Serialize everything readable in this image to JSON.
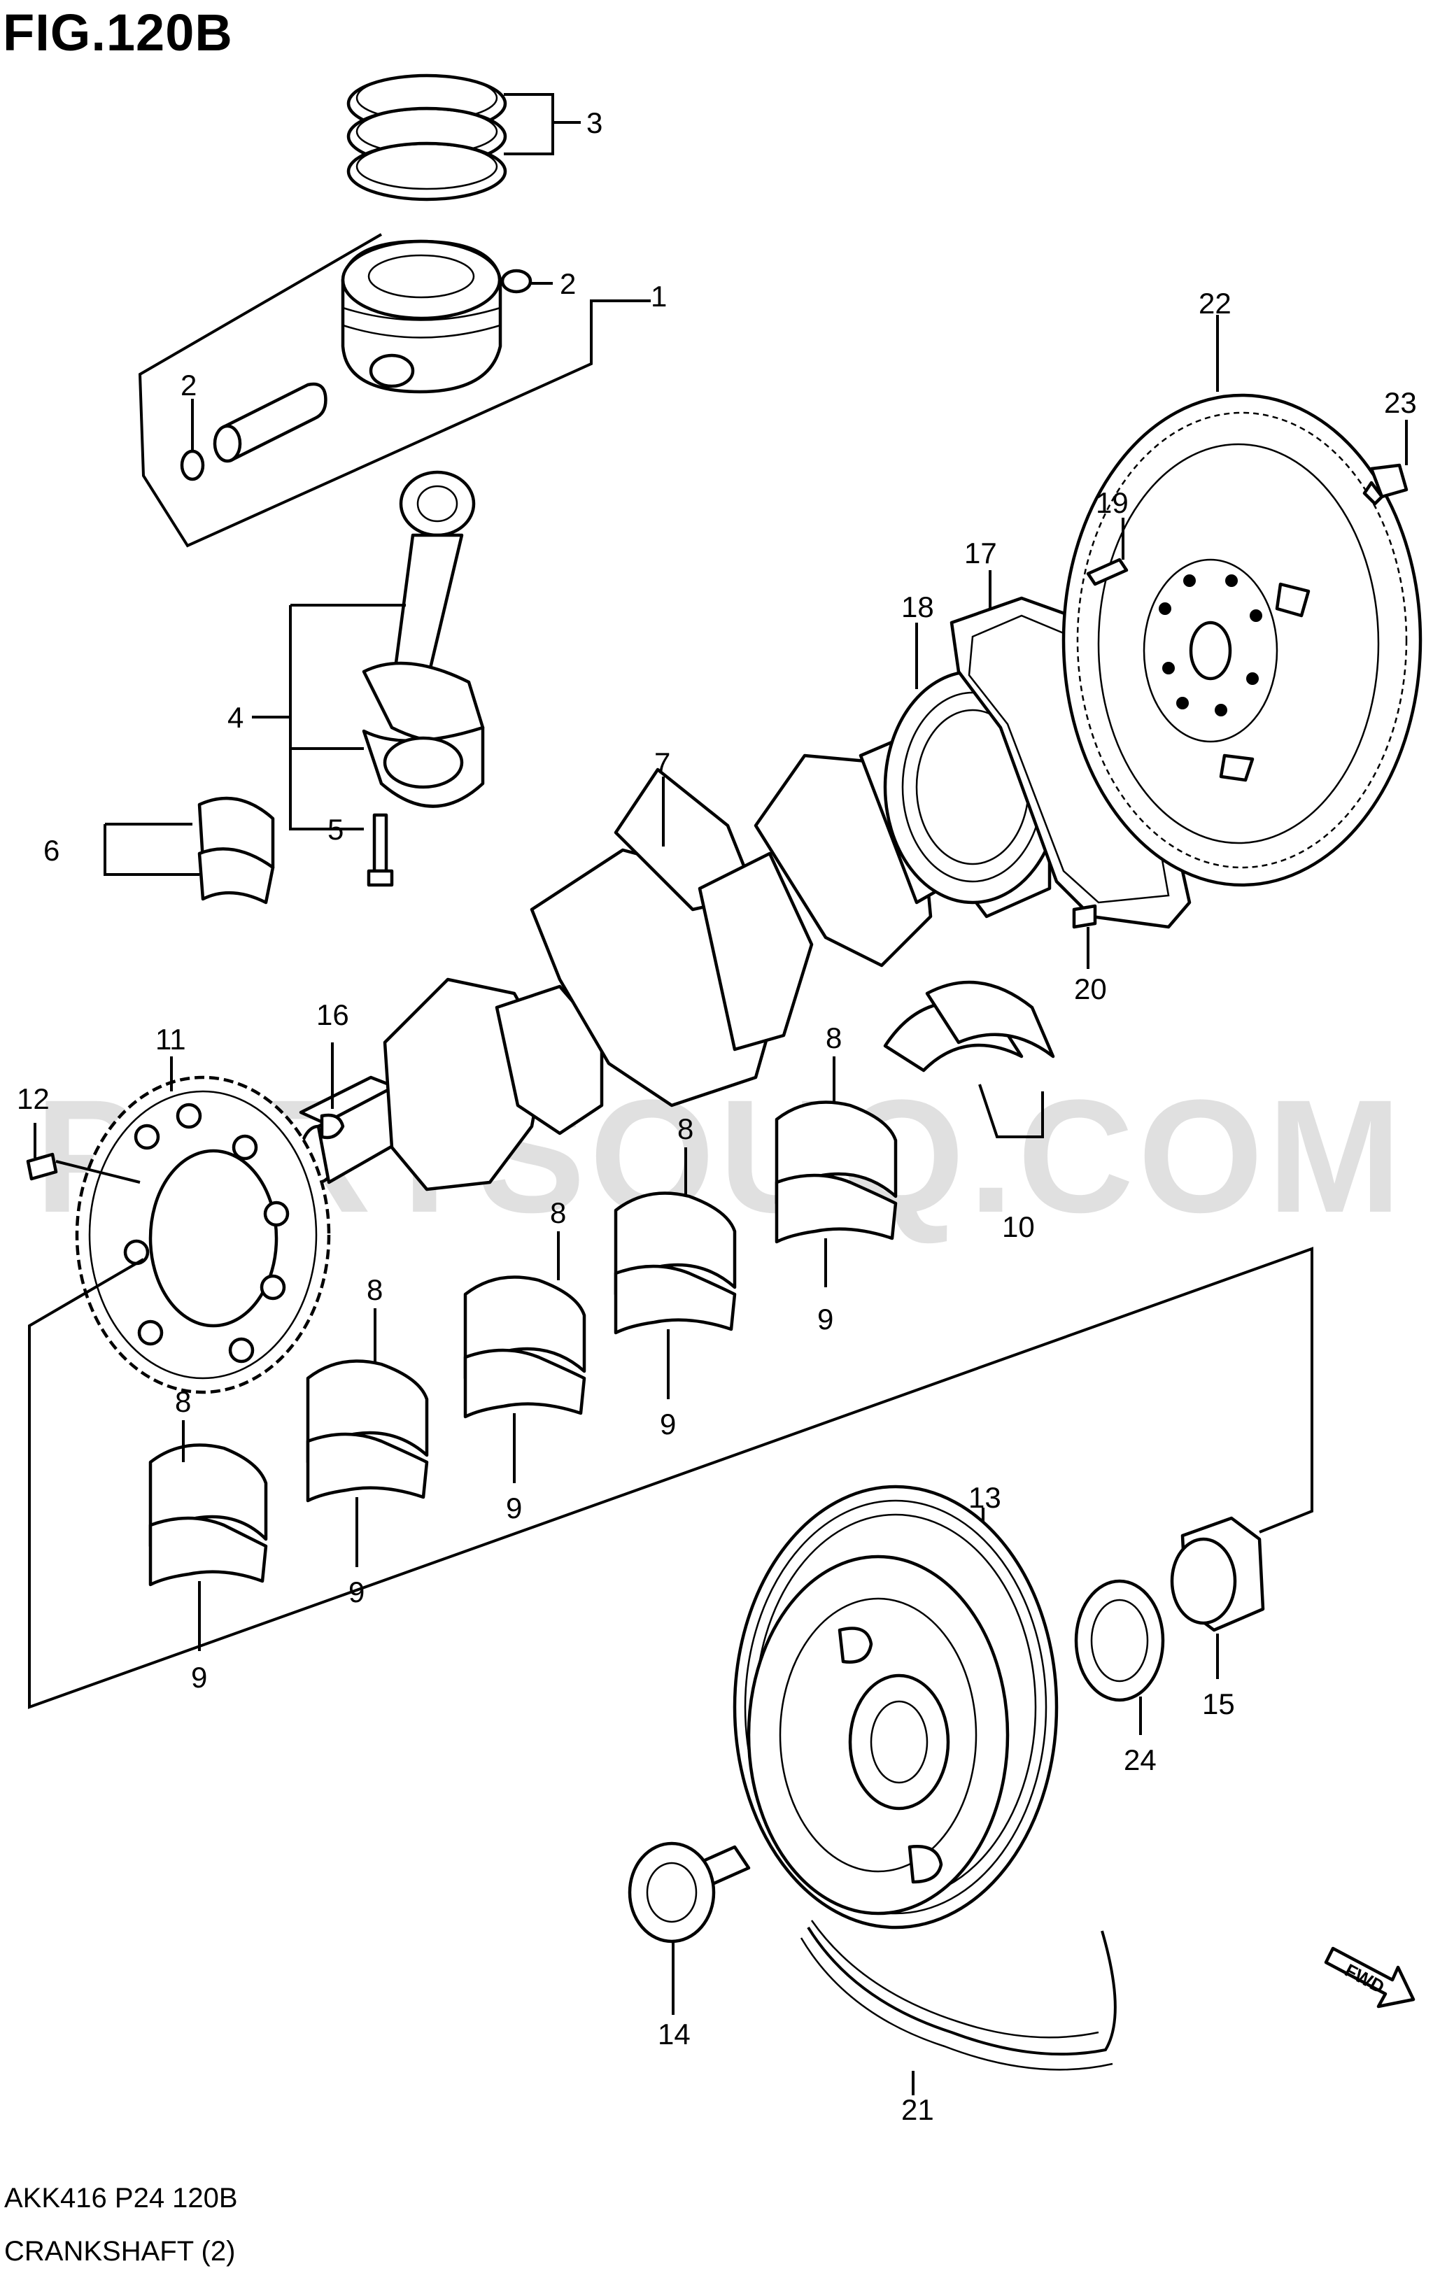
{
  "figure": {
    "title": "FIG.120B"
  },
  "footer": {
    "code": "AKK416 P24 120B",
    "name": "CRANKSHAFT (2)"
  },
  "watermark": "PARTSOUQ.COM",
  "fwd_label": "FWD",
  "callouts": {
    "c1": "1",
    "c2a": "2",
    "c2b": "2",
    "c3": "3",
    "c4": "4",
    "c5": "5",
    "c6": "6",
    "c7": "7",
    "c8a": "8",
    "c8b": "8",
    "c8c": "8",
    "c8d": "8",
    "c8e": "8",
    "c9a": "9",
    "c9b": "9",
    "c9c": "9",
    "c9d": "9",
    "c9e": "9",
    "c10": "10",
    "c11": "11",
    "c12": "12",
    "c13": "13",
    "c14": "14",
    "c15": "15",
    "c16": "16",
    "c17": "17",
    "c18": "18",
    "c19": "19",
    "c20": "20",
    "c21": "21",
    "c22": "22",
    "c23": "23",
    "c24": "24"
  }
}
